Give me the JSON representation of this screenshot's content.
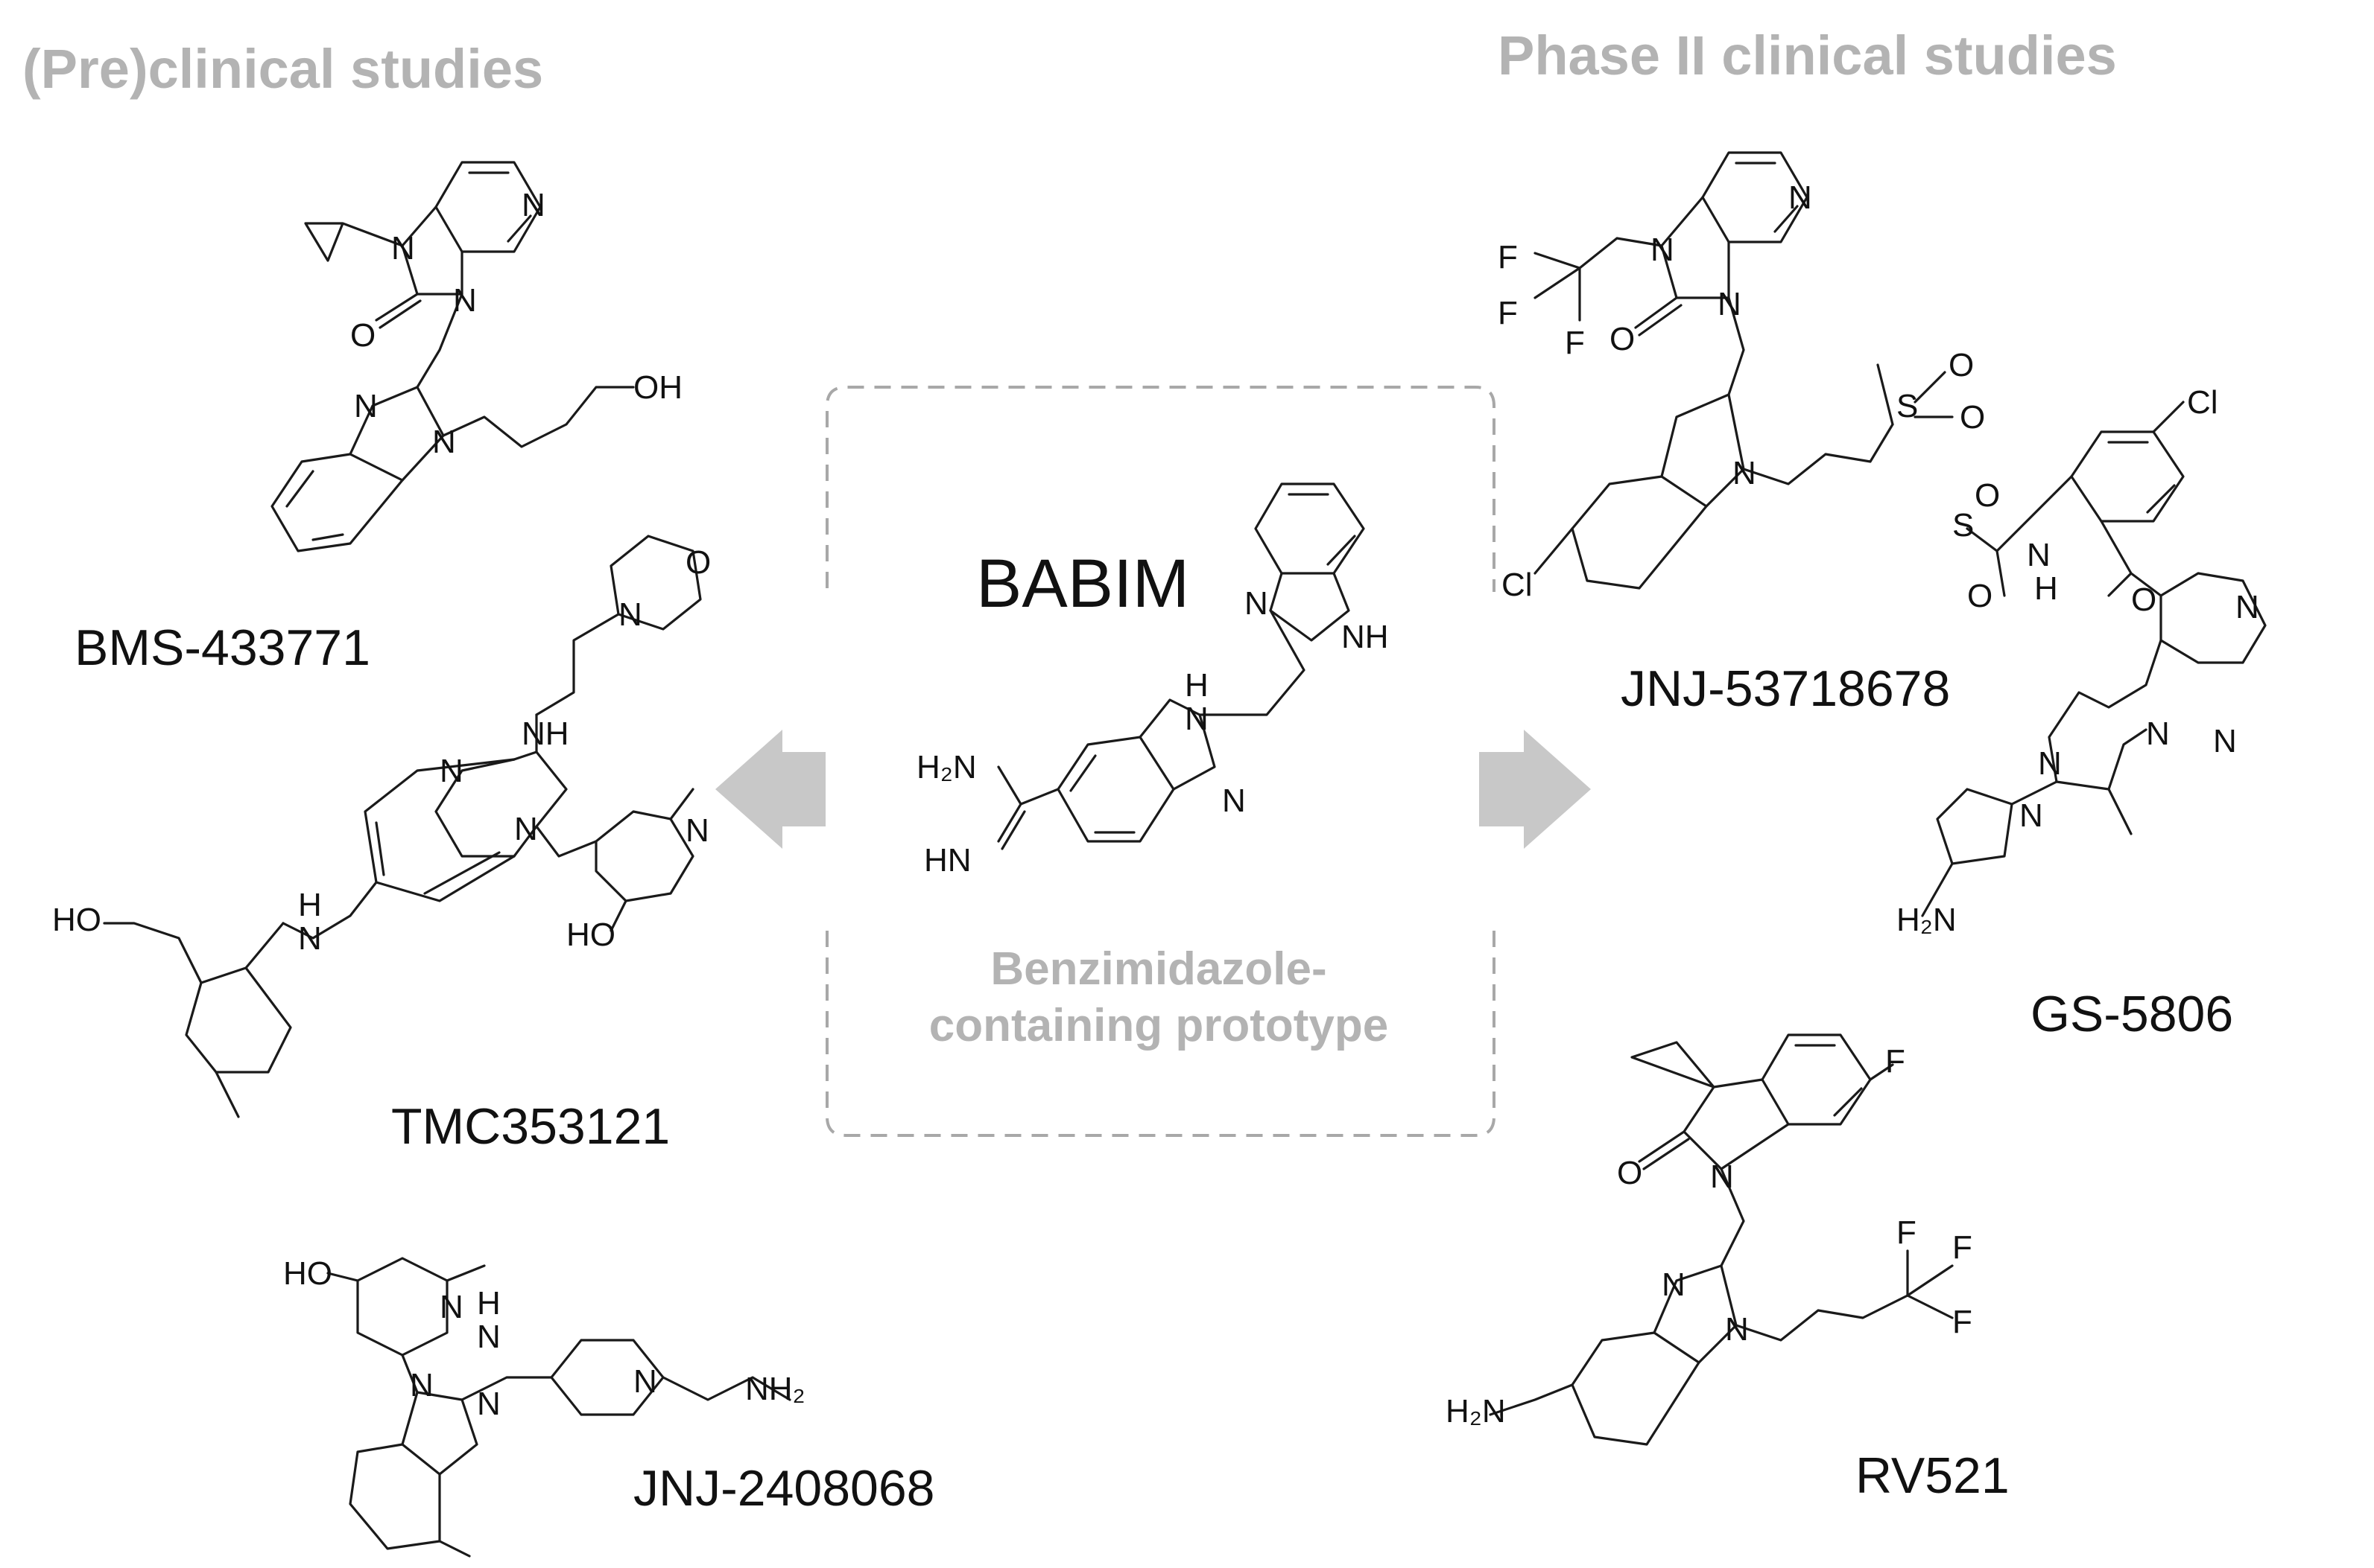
{
  "headings": {
    "left": "(Pre)clinical studies",
    "right": "Phase II clinical studies"
  },
  "center": {
    "name": "BABIM",
    "caption_line1": "Benzimidazole-",
    "caption_line2": "containing prototype"
  },
  "compounds": {
    "bms": "BMS-433771",
    "tmc": "TMC353121",
    "jnj240": "JNJ-2408068",
    "jnj537": "JNJ-53718678",
    "gs": "GS-5806",
    "rv": "RV521"
  },
  "atoms": {
    "N": "N",
    "O": "O",
    "F": "F",
    "Cl": "Cl",
    "S": "S",
    "OH": "OH",
    "HO": "HO",
    "NH": "NH",
    "H": "H",
    "HN": "HN",
    "H2N": "H₂N",
    "NH2": "NH₂"
  },
  "colors": {
    "heading": "#b3b3b3",
    "arrow": "#c8c8c8",
    "box_border": "#a8a8a8",
    "structure": "#1a1a1a"
  }
}
